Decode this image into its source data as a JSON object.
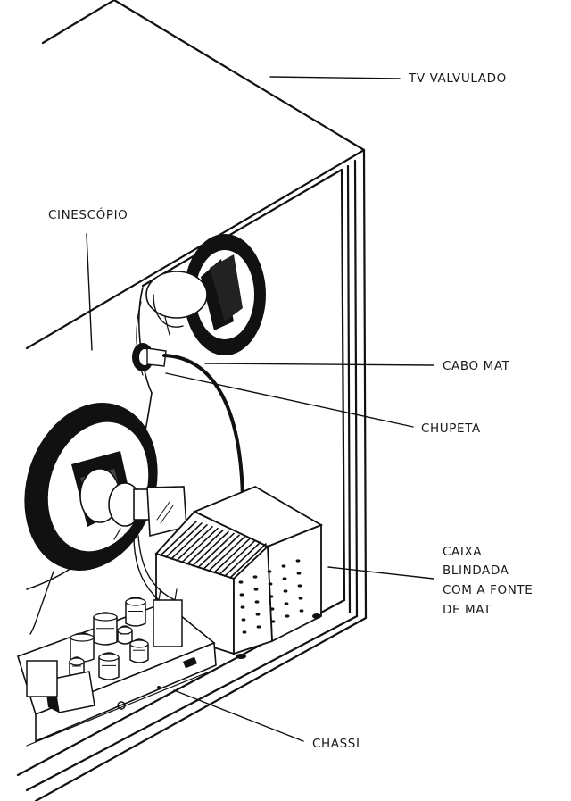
{
  "diagram": {
    "colors": {
      "ink": "#111111",
      "paper": "#ffffff"
    },
    "labels": {
      "tv": "TV VALVULADO",
      "cinescopio": "CINESCÓPIO",
      "cabo_mat": "CABO MAT",
      "chupeta": "CHUPETA",
      "caixa": [
        "CAIXA",
        "BLINDADA",
        "COM A FONTE",
        "DE MAT"
      ],
      "chassi": "CHASSI"
    }
  }
}
